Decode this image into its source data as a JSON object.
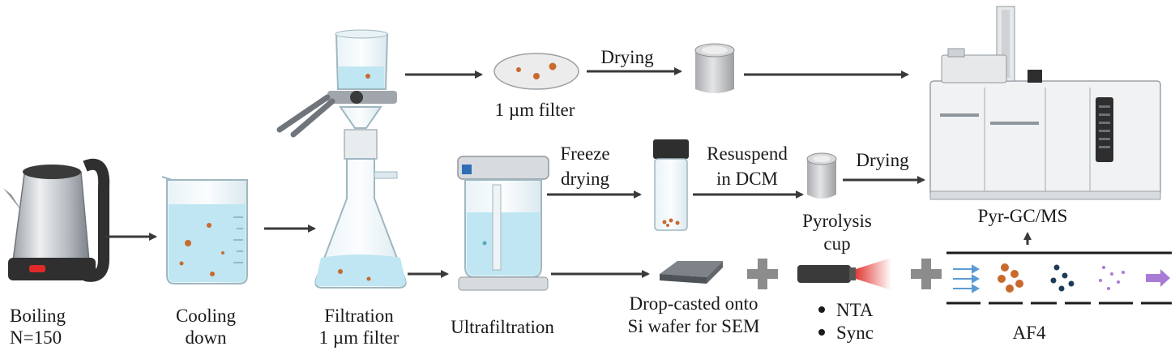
{
  "steps": {
    "boiling": {
      "line1": "Boiling",
      "line2": "N=150"
    },
    "cooling": {
      "line1": "Cooling",
      "line2": "down"
    },
    "filtration": {
      "line1": "Filtration",
      "line2": "1 µm filter"
    },
    "ultrafiltration": {
      "label": "Ultrafiltration"
    },
    "filter": {
      "label": "1 µm filter"
    },
    "drying_top": {
      "label": "Drying"
    },
    "freeze_drying": {
      "line1": "Freeze",
      "line2": "drying"
    },
    "resuspend": {
      "line1": "Resuspend",
      "line2": "in DCM"
    },
    "drying_mid": {
      "label": "Drying"
    },
    "pyrolysis_cup": {
      "line1": "Pyrolysis",
      "line2": "cup"
    },
    "pyr_gcms": {
      "label": "Pyr-GC/MS"
    },
    "sem": {
      "line1": "Drop-casted onto",
      "line2": "Si wafer for SEM"
    },
    "nta_list": [
      "NTA",
      "Sync"
    ],
    "af4": {
      "label": "AF4"
    }
  },
  "colors": {
    "water": "#bfe6f2",
    "particle": "#c86a2e",
    "arrow": "#3a3a3a",
    "plus": "#8c8c8c",
    "laser": "#e0302c",
    "af4_flow": "#5b9bd5",
    "af4_purple": "#a97bd6",
    "af4_navy": "#1f3b57"
  },
  "icons": [
    "kettle-icon",
    "beaker-icon",
    "filtration-flask-icon",
    "ultrafiltration-device-icon",
    "filter-disc-icon",
    "pyrolysis-cup-icon",
    "vial-icon",
    "gcms-instrument-icon",
    "si-wafer-icon",
    "nta-laser-icon",
    "plus-icon",
    "af4-channel-icon"
  ]
}
